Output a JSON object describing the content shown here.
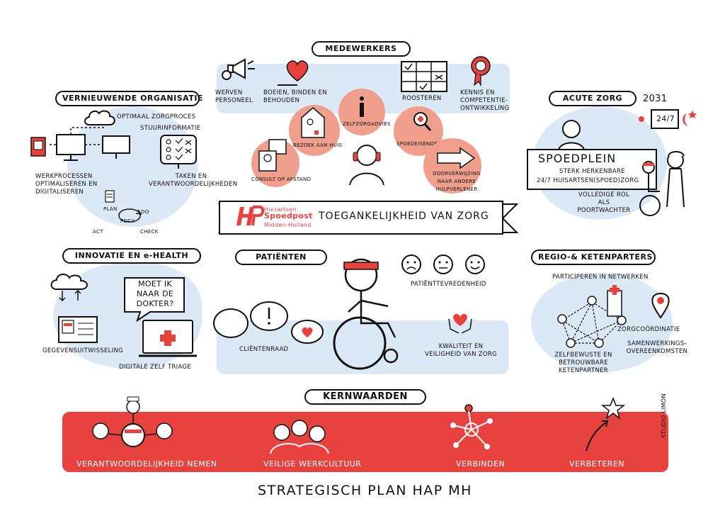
{
  "sections": {
    "medewerkers": {
      "title": "MEDEWERKERS",
      "items": [
        "WERVEN PERSONEEL",
        "BOEIEN, BINDEN EN BEHOUDEN",
        "ROOSTEREN",
        "KENNIS EN COMPETENTIE-ONTWIKKELING"
      ]
    },
    "vernieuwende_organisatie": {
      "title": "VERNIEUWENDE ORGANISATIE",
      "items": [
        "OPTIMAAL ZORGPROCES",
        "STUURINFORMATIE",
        "WERKPROCESSEN OPTIMALISEREN EN DIGITALISEREN",
        "TAKEN EN VERANTWOORDELIJKHEDEN"
      ],
      "pdca": [
        "PLAN",
        "DO",
        "CHECK",
        "ACT",
        "PDCA"
      ]
    },
    "acute_zorg": {
      "title": "ACUTE ZORG",
      "year": "2031",
      "clock": "24/7",
      "sign_title": "SPOEDPLEIN",
      "sign_line1": "STERK HERKENBARE",
      "sign_line2": "24/7 HUISARTSEN(SPOED)ZORG",
      "role": "VOLLEDIGE ROL ALS POORTWACHTER"
    },
    "toegankelijkheid": {
      "circles": [
        "ZELFZORGADVIES",
        "BEZOEK AAN HUIS",
        "SPOEDEISENDE HULP",
        "CONSULT OP AFSTAND",
        "DOORVERWIJZING NAAR ANDERE HULPVERLENER"
      ],
      "logo_line1": "Huisartsen",
      "logo_line2": "Spoedpost",
      "logo_line3": "Midden-Holland",
      "banner": "TOEGANKELIJKHEID VAN ZORG"
    },
    "innovatie": {
      "title": "INNOVATIE EN e-HEALTH",
      "bubble": "MOET IK NAAR DE DOKTER?",
      "items": [
        "GEGEVENSUITWISSELING",
        "DIGITALE ZELF TRIAGE"
      ]
    },
    "patienten": {
      "title": "PATIËNTEN",
      "items": [
        "PATIËNTTEVREDENHEID",
        "CLIËNTENRAAD",
        "KWALITEIT EN VEILIGHEID VAN ZORG"
      ]
    },
    "regio": {
      "title": "REGIO-& KETENPARTERS",
      "items": [
        "PARTICIPEREN IN NETWERKEN",
        "ZORGCOÖRDINATIE",
        "SAMENWERKINGS-OVEREENKOMSTEN",
        "ZELFBEWUSTE EN BETROUWBARE KETENPARTNER"
      ]
    },
    "kernwaarden": {
      "title": "KERNWAARDEN",
      "values": [
        "VERANTWOORDELIJKHEID NEMEN",
        "VEILIGE WERKCULTUUR",
        "VERBINDEN",
        "VERBETEREN"
      ]
    }
  },
  "footer_title": "STRATEGISCH PLAN HAP MH",
  "signature": "STUDIO LIMÓN",
  "colors": {
    "accent_red": "#e8423f",
    "blob_blue": "#dbe8f6",
    "circle_salmon": "#ef9f8b"
  }
}
